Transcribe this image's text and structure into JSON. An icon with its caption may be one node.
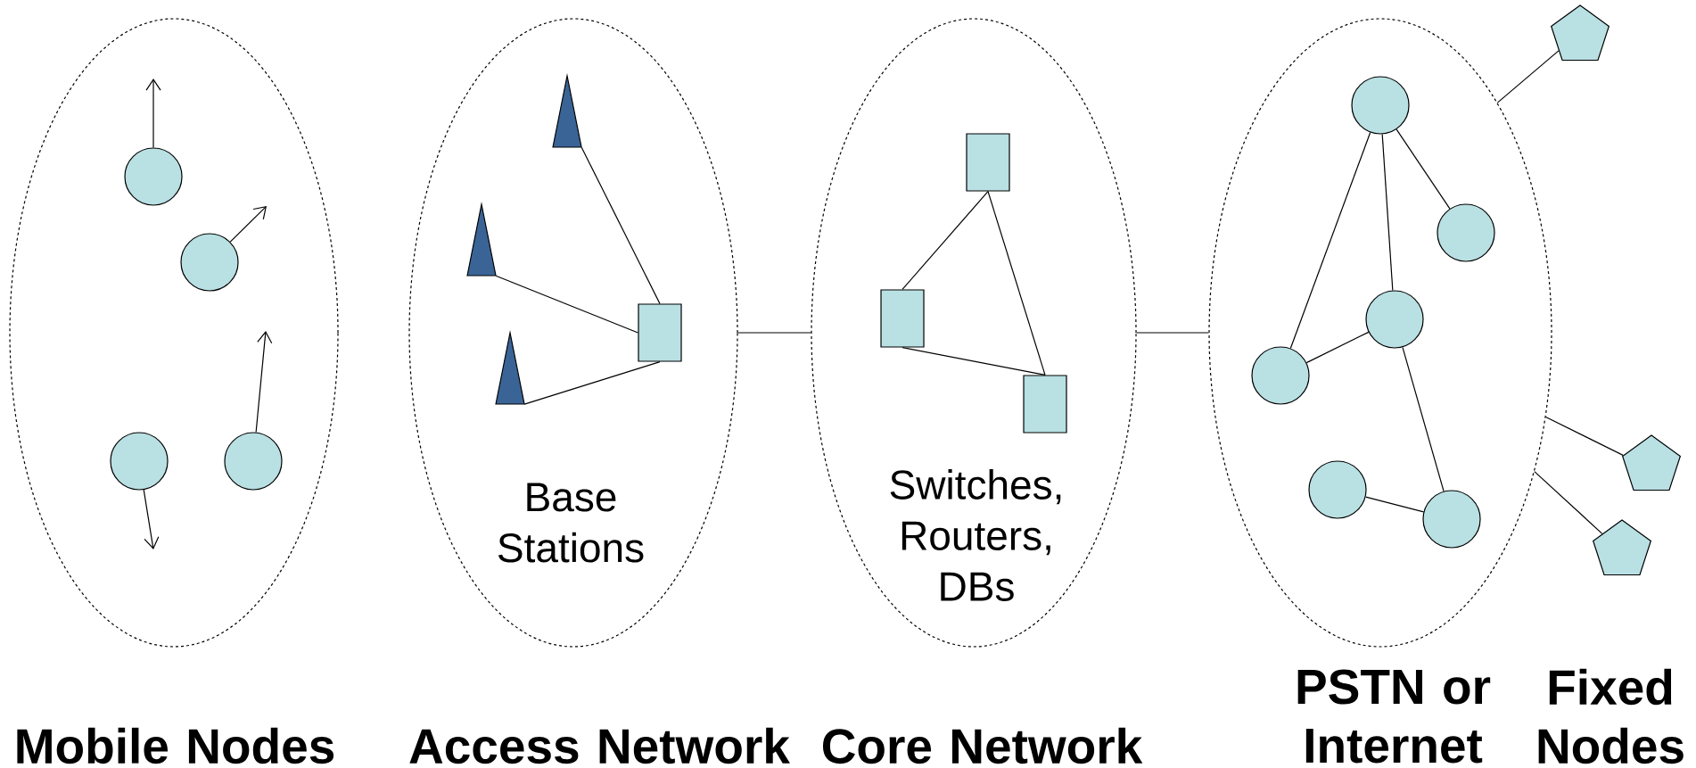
{
  "diagram": {
    "nodes": [
      {
        "text": [
          "Mobile Nodes"
        ]
      },
      {
        "text": [],
        "shape": "circle",
        "in": 0
      },
      {
        "text": [],
        "shape": "circle",
        "in": 0
      },
      {
        "text": [],
        "shape": "circle",
        "in": 0
      },
      {
        "text": [],
        "shape": "circle",
        "in": 0
      },
      {
        "text": [
          "Base Stations",
          "Access Network"
        ]
      },
      {
        "text": [],
        "shape": "triangle",
        "in": 5
      },
      {
        "text": [],
        "shape": "triangle",
        "in": 5
      },
      {
        "text": [],
        "shape": "triangle",
        "in": 5
      },
      {
        "text": [],
        "shape": "box",
        "in": 5
      },
      {
        "text": [
          "Switches, Routers, DBs",
          "Core Network"
        ]
      },
      {
        "text": [],
        "shape": "box",
        "in": 10
      },
      {
        "text": [],
        "shape": "box",
        "in": 10
      },
      {
        "text": [],
        "shape": "box",
        "in": 10
      },
      {
        "text": [
          "PSTN or Internet"
        ]
      },
      {
        "text": [],
        "shape": "circle",
        "in": 14
      },
      {
        "text": [],
        "shape": "circle",
        "in": 14
      },
      {
        "text": [],
        "shape": "circle",
        "in": 14
      },
      {
        "text": [],
        "shape": "circle",
        "in": 14
      },
      {
        "text": [],
        "shape": "circle",
        "in": 14
      },
      {
        "text": [],
        "shape": "circle",
        "in": 14
      },
      {
        "text": [],
        "shape": "pentagon"
      },
      {
        "text": [],
        "shape": "pentagon"
      },
      {
        "text": [],
        "shape": "pentagon"
      }
    ],
    "edges": [
      {
        "from": 1,
        "to": null,
        "arrow": "to"
      },
      {
        "from": 2,
        "to": null,
        "arrow": "to"
      },
      {
        "from": 3,
        "to": null,
        "arrow": "to"
      },
      {
        "from": 4,
        "to": null,
        "arrow": "to"
      },
      {
        "from": 6,
        "to": 9,
        "arrow": "none"
      },
      {
        "from": 7,
        "to": 9,
        "arrow": "none"
      },
      {
        "from": 8,
        "to": 9,
        "arrow": "none"
      },
      {
        "from": 5,
        "to": 10,
        "arrow": "none"
      },
      {
        "from": 11,
        "to": 12,
        "arrow": "none"
      },
      {
        "from": 11,
        "to": 13,
        "arrow": "none"
      },
      {
        "from": 12,
        "to": 13,
        "arrow": "none"
      },
      {
        "from": 10,
        "to": 14,
        "arrow": "none"
      },
      {
        "from": 15,
        "to": 16,
        "arrow": "none"
      },
      {
        "from": 15,
        "to": 17,
        "arrow": "none"
      },
      {
        "from": 15,
        "to": 18,
        "arrow": "none"
      },
      {
        "from": 17,
        "to": 18,
        "arrow": "none"
      },
      {
        "from": 17,
        "to": 20,
        "arrow": "none"
      },
      {
        "from": 19,
        "to": 20,
        "arrow": "none"
      },
      {
        "from": 21,
        "to": 14,
        "arrow": "none"
      },
      {
        "from": 22,
        "to": 14,
        "arrow": "none"
      },
      {
        "from": 23,
        "to": 14,
        "arrow": "none"
      }
    ],
    "labels": [
      "Fixed Nodes"
    ]
  }
}
